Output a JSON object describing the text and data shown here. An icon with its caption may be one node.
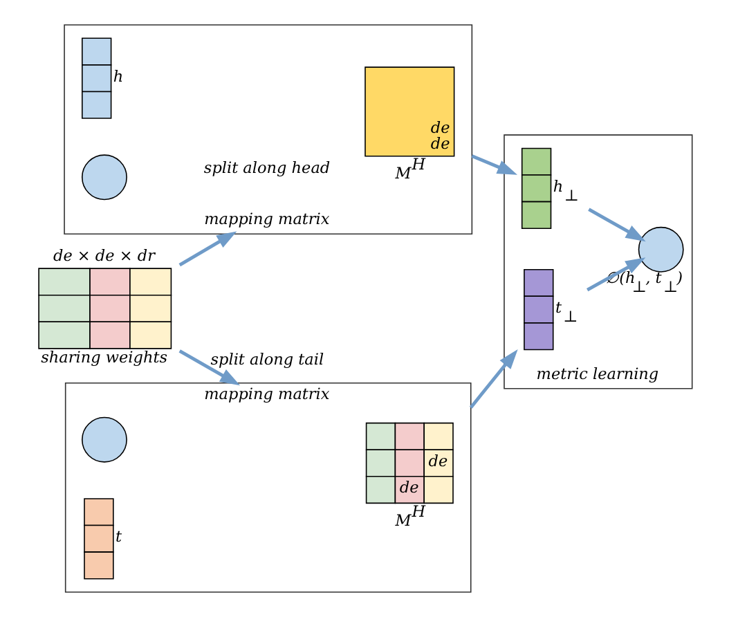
{
  "diagram": {
    "nodes": [
      {
        "text": [
          "de × de × dr",
          "sharing weights"
        ]
      },
      {
        "text": [
          "mapping matrix"
        ]
      },
      {
        "text": [
          "de",
          "de"
        ],
        "in": 1,
        "beside": [
          "M$^{H}$"
        ]
      },
      {
        "text": [],
        "shape": "bar",
        "in": 1,
        "beside": [
          "h"
        ]
      },
      {
        "text": [],
        "shape": "circle",
        "in": 1
      },
      {
        "text": [
          "mapping matrix"
        ]
      },
      {
        "text": [
          "de",
          "de"
        ],
        "in": 5,
        "beside": [
          "M$^{H}$"
        ]
      },
      {
        "text": [],
        "shape": "circle",
        "in": 5
      },
      {
        "text": [],
        "shape": "bar",
        "in": 5,
        "beside": [
          "t"
        ]
      },
      {
        "text": [
          "metric learning"
        ]
      },
      {
        "text": [],
        "shape": "bar",
        "in": 9,
        "beside": [
          "h$_{⊥}$"
        ]
      },
      {
        "text": [],
        "shape": "circle",
        "in": 9,
        "beside": [
          "∅(h$_{⊥}$, t$_{⊥}$)"
        ]
      },
      {
        "text": [],
        "shape": "bar",
        "in": 9,
        "beside": [
          "t$_{⊥}$"
        ]
      }
    ],
    "edges": [
      {
        "from": 0,
        "to": 1,
        "arrow": "to",
        "label": "split along head"
      },
      {
        "from": 0,
        "to": 5,
        "arrow": "to",
        "label": "split along tail"
      },
      {
        "from": 1,
        "to": 10,
        "arrow": "to"
      },
      {
        "from": 5,
        "to": 12,
        "arrow": "to"
      },
      {
        "from": 10,
        "to": 11,
        "arrow": "to"
      },
      {
        "from": 12,
        "to": 11,
        "arrow": "to"
      }
    ]
  }
}
